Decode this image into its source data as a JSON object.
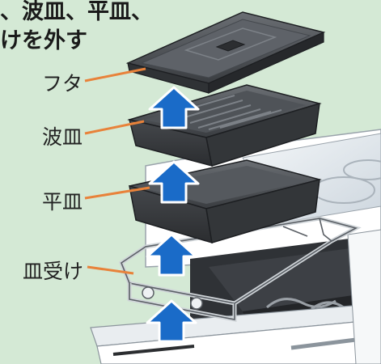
{
  "heading": {
    "line1": "、波皿、平皿、",
    "line2": "けを外す"
  },
  "callouts": {
    "lid": "フタ",
    "wave_tray": "波皿",
    "flat_tray": "平皿",
    "tray_holder": "皿受け"
  },
  "colors": {
    "background": "#d4e9d5",
    "leader_line": "#e8823a",
    "arrow": "#1a6bc8",
    "tray": "#3c3f43"
  }
}
